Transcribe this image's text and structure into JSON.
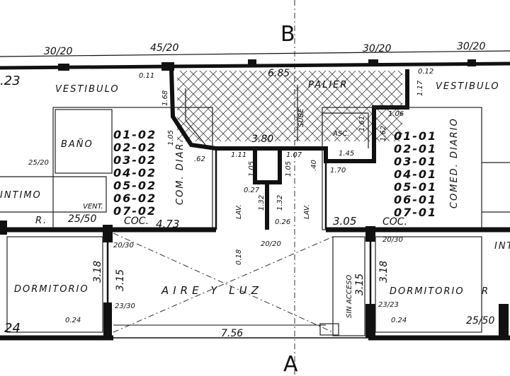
{
  "axes": {
    "b": "B",
    "a": "A"
  },
  "window_dims": {
    "w1": "30/20",
    "w2": "45/20",
    "w3": "30/20",
    "w4": "30/20",
    "w5": "25/20",
    "w6": "25/50",
    "w7": "25/50"
  },
  "rooms": {
    "vestibulo_left": "VESTIBULO",
    "vestibulo_right": "VESTIBULO",
    "palier": "PALIER",
    "bano": "BAÑO",
    "intimo": "INTIMO",
    "r_left": "R.",
    "r_right": "R",
    "int_right": "INT",
    "vent": "VENT.",
    "asc": "ASC.",
    "coc_left": "COC.",
    "coc_right": "COC.",
    "com_diar": "COM. DIAR.",
    "comedor_diario": "COMED. DIARIO",
    "lav_left": "LAV.",
    "lav_right": "LAV.",
    "sube": "SUBE",
    "dormitorio_left": "DORMITORIO",
    "dormitorio_right": "DORMITORIO",
    "aire_y_luz": "AIRE Y LUZ",
    "sin_acceso": "SIN ACCESO"
  },
  "units_left": [
    "01-02",
    "02-02",
    "03-02",
    "04-02",
    "05-02",
    "06-02",
    "07-02"
  ],
  "units_right": [
    "01-01",
    "02-01",
    "03-01",
    "04-01",
    "05-01",
    "06-01",
    "07-01"
  ],
  "dims": {
    "d_123": ".23",
    "d_685": "6.85",
    "d_380": "3.80",
    "d_473": "4.73",
    "d_305": "3.05",
    "d_756": "7.56",
    "d_318l": "3.18",
    "d_315l": "3.15",
    "d_315r": "3.15",
    "d_318r": "3.18",
    "d_24": "24",
    "d_024l": "0.24",
    "d_024r": "0.24",
    "d_011": "0.11",
    "d_012": "0.12",
    "d_168": "1.68",
    "d_105a": "1.05",
    "d_062": ".62",
    "d_111": "1.11",
    "d_105b": "1.05",
    "d_105c": "1.05",
    "d_107": "1.07",
    "d_170": "1.70",
    "d_162": "1.62",
    "d_161": "1.61",
    "d_145": "1.45",
    "d_106": "1.06",
    "d_117": "1.17",
    "d_132a": "1.32",
    "d_132b": "1.32",
    "d_027": "0.27",
    "d_026": "0.26",
    "d_018": "0.18",
    "d_2030a": "20/30",
    "d_2020": "20/20",
    "d_2030b": "20/30",
    "d_2330": "23/30",
    "d_2323": "23/23",
    "d_040": ".40"
  }
}
